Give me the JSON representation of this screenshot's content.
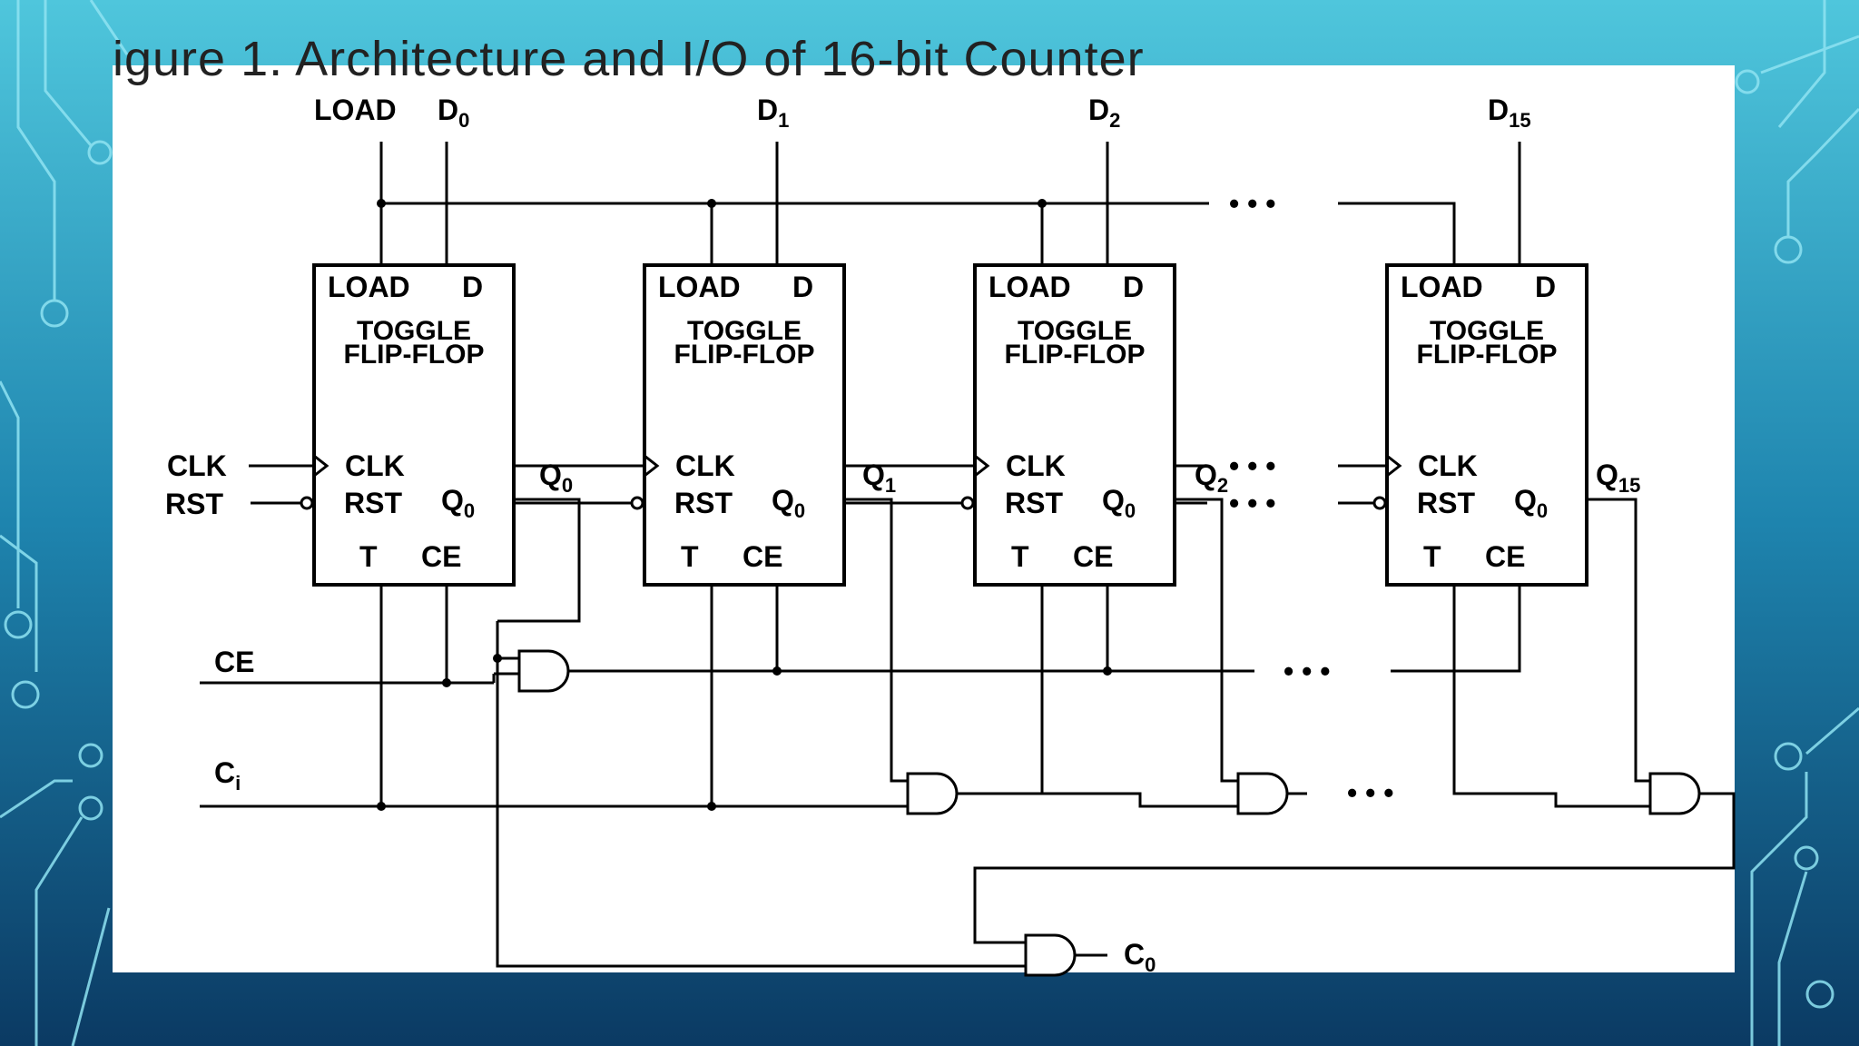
{
  "slide": {
    "caption": "igure 1.  Architecture and I/O of 16-bit Counter"
  },
  "diagram": {
    "inputs": {
      "load": "LOAD",
      "d_symbol": "D",
      "d_subs": [
        "0",
        "1",
        "2",
        "15"
      ],
      "clk": "CLK",
      "rst": "RST",
      "ce": "CE",
      "ci": "C",
      "ci_sub": "i"
    },
    "flipflop": {
      "load": "LOAD",
      "d": "D",
      "title_line1": "TOGGLE",
      "title_line2": "FLIP-FLOP",
      "clk": "CLK",
      "rst": "RST",
      "q": "Q",
      "q_sub": "0",
      "t": "T",
      "ce": "CE"
    },
    "outputs": {
      "q_symbol": "Q",
      "q_subs": [
        "0",
        "1",
        "2",
        "15"
      ],
      "co": "C",
      "co_sub": "0"
    },
    "ellipsis": "• • •"
  },
  "colors": {
    "background_top": "#4fc6dc",
    "background_bottom": "#0b3a63",
    "circuit_lines": "#8fe3f2"
  }
}
